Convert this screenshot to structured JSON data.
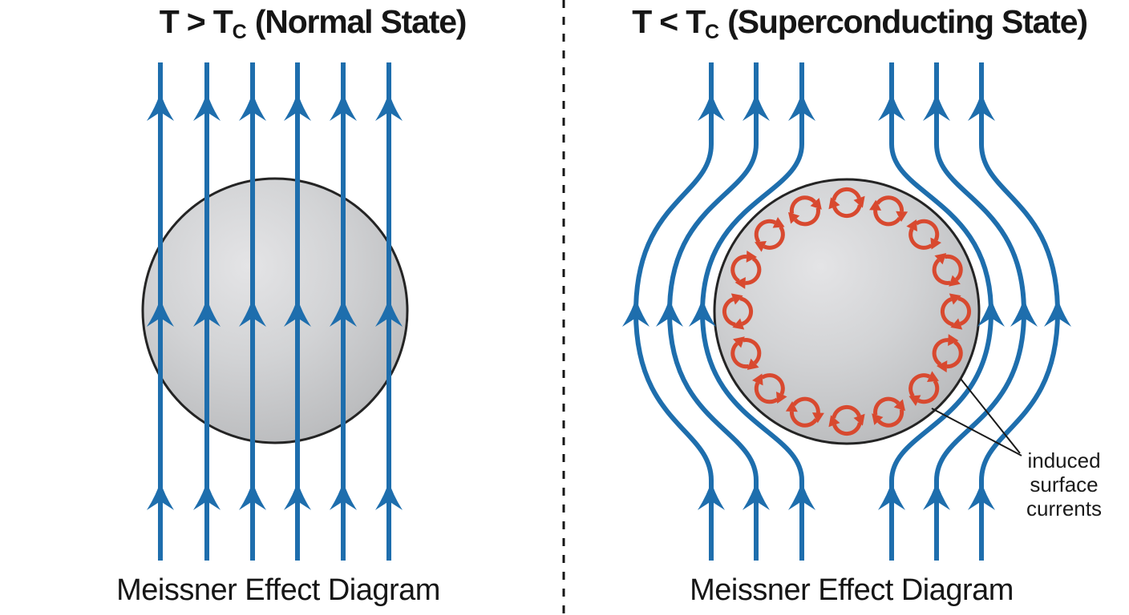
{
  "colors": {
    "field_line": "#1e6ead",
    "surface_current": "#d8492f",
    "sphere_fill": "#ced0d2",
    "sphere_edge": "#242424",
    "divider": "#141414",
    "text": "#161616",
    "background": "#ffffff"
  },
  "left_panel": {
    "title": {
      "prefix": "T > T",
      "subscript": "C",
      "suffix": " (Normal State)"
    },
    "caption": "Meissner Effect Diagram",
    "field_line_count": 6,
    "arrowheads_per_line": 3
  },
  "right_panel": {
    "title": {
      "prefix": "T < T",
      "subscript": "C",
      "suffix": " (Superconducting State)"
    },
    "caption": "Meissner Effect Diagram",
    "annotation_lines": [
      "induced",
      "surface",
      "currents"
    ],
    "field_line_count": 6,
    "arrowheads_per_line": 3,
    "vortex_count": 16
  },
  "icons": {
    "field_arrow": "up-arrowhead-icon",
    "vortex": "circular-current-arrows-icon"
  }
}
